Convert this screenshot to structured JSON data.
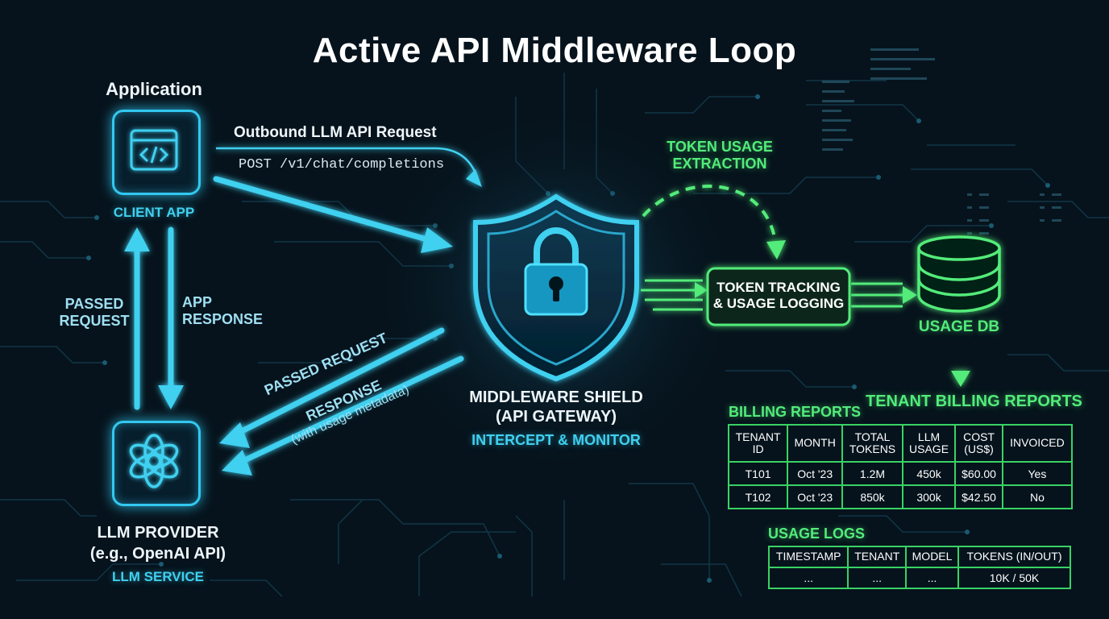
{
  "title": "Active API Middleware Loop",
  "client": {
    "heading": "Application",
    "label": "CLIENT APP",
    "icon": "code-window-icon"
  },
  "outbound": {
    "label": "Outbound LLM API Request",
    "endpoint": "POST /v1/chat/completions"
  },
  "left_flow": {
    "passed_request": [
      "PASSED",
      "REQUEST"
    ],
    "app_response": [
      "APP",
      "RESPONSE"
    ]
  },
  "provider": {
    "name": "LLM PROVIDER",
    "example": "(e.g., OpenAI API)",
    "label": "LLM SERVICE",
    "icon": "openai-logo-icon"
  },
  "middle_flow": {
    "passed_request": "PASSED REQUEST",
    "response": "RESPONSE",
    "response_note": "(with usage metadata)"
  },
  "shield": {
    "name": "MIDDLEWARE SHIELD",
    "subtitle": "(API GATEWAY)",
    "label": "INTERCEPT & MONITOR",
    "icon": "padlock-shield-icon"
  },
  "extraction": {
    "label": [
      "TOKEN USAGE",
      "EXTRACTION"
    ]
  },
  "tracking": {
    "label": [
      "TOKEN TRACKING",
      "& USAGE LOGGING"
    ]
  },
  "db": {
    "label": "USAGE DB",
    "icon": "database-icon"
  },
  "tenant_reports": {
    "label": "TENANT BILLING REPORTS"
  },
  "billing": {
    "title": "BILLING REPORTS",
    "headers": [
      [
        "TENANT",
        "ID"
      ],
      [
        "MONTH"
      ],
      [
        "TOTAL",
        "TOKENS"
      ],
      [
        "LLM",
        "USAGE"
      ],
      [
        "COST",
        "(US$)"
      ],
      [
        "INVOICED"
      ]
    ],
    "rows": [
      [
        "T101",
        "Oct '23",
        "1.2M",
        "450k",
        "$60.00",
        "Yes"
      ],
      [
        "T102",
        "Oct '23",
        "850k",
        "300k",
        "$42.50",
        "No"
      ]
    ]
  },
  "logs": {
    "title": "USAGE LOGS",
    "headers": [
      "TIMESTAMP",
      "TENANT",
      "MODEL",
      "TOKENS (IN/OUT)"
    ],
    "rows": [
      [
        "...",
        "...",
        "...",
        "10K / 50K"
      ]
    ]
  },
  "colors": {
    "background": "#06131c",
    "cyan": "#3fd0f0",
    "green": "#52ec7a",
    "white": "#eef6fb"
  }
}
